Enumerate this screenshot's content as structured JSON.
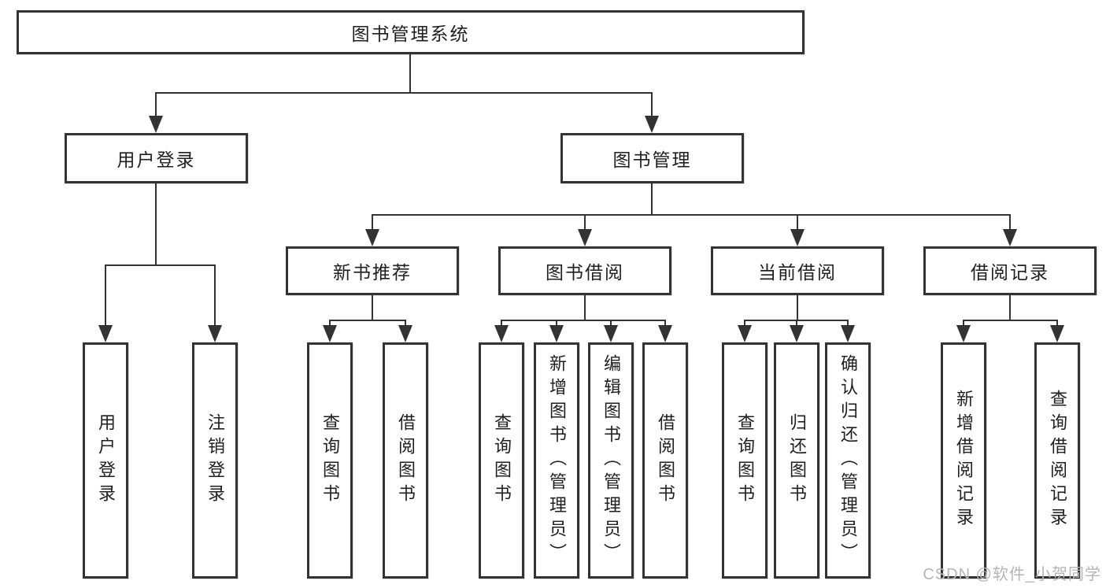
{
  "diagram_title": "图书管理系统",
  "colors": {
    "background": "#ffffff",
    "line": "#333333",
    "box_fill": "#ffffff",
    "text": "#1f1f1f",
    "watermark": "#b5b5b5"
  },
  "tree": {
    "root": {
      "label": "图书管理系统",
      "children": [
        {
          "label": "用户登录",
          "children": [
            {
              "label": "用户登录"
            },
            {
              "label": "注销登录"
            }
          ]
        },
        {
          "label": "图书管理",
          "children": [
            {
              "label": "新书推荐",
              "children": [
                {
                  "label": "查询图书"
                },
                {
                  "label": "借阅图书"
                }
              ]
            },
            {
              "label": "图书借阅",
              "children": [
                {
                  "label": "查询图书"
                },
                {
                  "label": "新增图书（管理员）"
                },
                {
                  "label": "编辑图书（管理员）"
                },
                {
                  "label": "借阅图书"
                }
              ]
            },
            {
              "label": "当前借阅",
              "children": [
                {
                  "label": "查询图书"
                },
                {
                  "label": "归还图书"
                },
                {
                  "label": "确认归还（管理员）"
                }
              ]
            },
            {
              "label": "借阅记录",
              "children": [
                {
                  "label": "新增借阅记录"
                },
                {
                  "label": "查询借阅记录"
                }
              ]
            }
          ]
        }
      ]
    }
  },
  "watermark": {
    "text": "CSDN @软件_小贺同学"
  }
}
